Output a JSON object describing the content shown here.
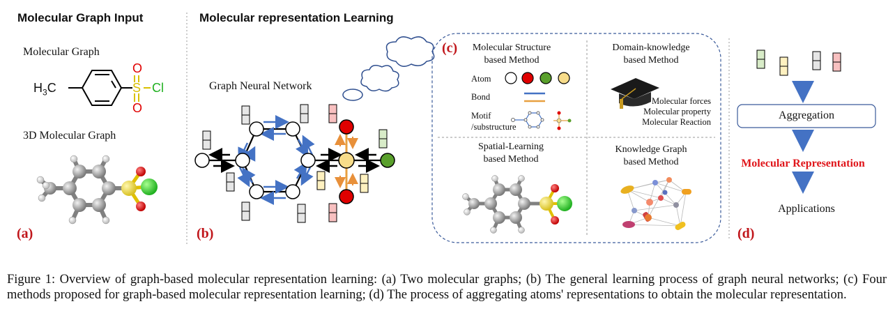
{
  "panel_a": {
    "title": "Molecular Graph Input",
    "mol_graph_label": "Molecular Graph",
    "mol3d_label": "3D Molecular Graph",
    "tag": "(a)",
    "formula": {
      "h3": "H",
      "sub": "3",
      "c": "C",
      "s": "S",
      "cl": "Cl",
      "o_top": "O",
      "o_bottom": "O"
    }
  },
  "panel_b": {
    "title": "Molecular representation Learning",
    "gnn_label": "Graph Neural Network",
    "tag": "(b)"
  },
  "panel_c": {
    "tag": "(c)",
    "structure_title_1": "Molecular Structure",
    "structure_title_2": "based Method",
    "atom_label": "Atom",
    "bond_label": "Bond",
    "motif_label_1": "Motif",
    "motif_label_2": "/substructure",
    "domain_title_1": "Domain-knowledge",
    "domain_title_2": "based Method",
    "domain_items": [
      "Molecular forces",
      "Molecular property",
      "Molecular Reaction"
    ],
    "spatial_title_1": "Spatial-Learning",
    "spatial_title_2": "based Method",
    "kg_title_1": "Knowledge Graph",
    "kg_title_2": "based Method"
  },
  "panel_d": {
    "aggregation": "Aggregation",
    "representation": "Molecular Representation",
    "applications": "Applications",
    "tag": "(d)"
  },
  "caption": "Figure 1: Overview of graph-based molecular representation learning: (a) Two molecular graphs; (b) The general learning process of graph neural networks; (c) Four methods proposed for graph-based molecular representation learning; (d) The process of aggregating atoms' representations to obtain the molecular representation.",
  "colors": {
    "accent_red": "#c0161b",
    "arrow_blue": "#4472c4",
    "bond_orange": "#e8a040",
    "atom_red": "#e00000",
    "atom_green": "#5aa02c",
    "atom_yellow": "#f7dc8a",
    "panel_border": "#3a5a9a"
  }
}
